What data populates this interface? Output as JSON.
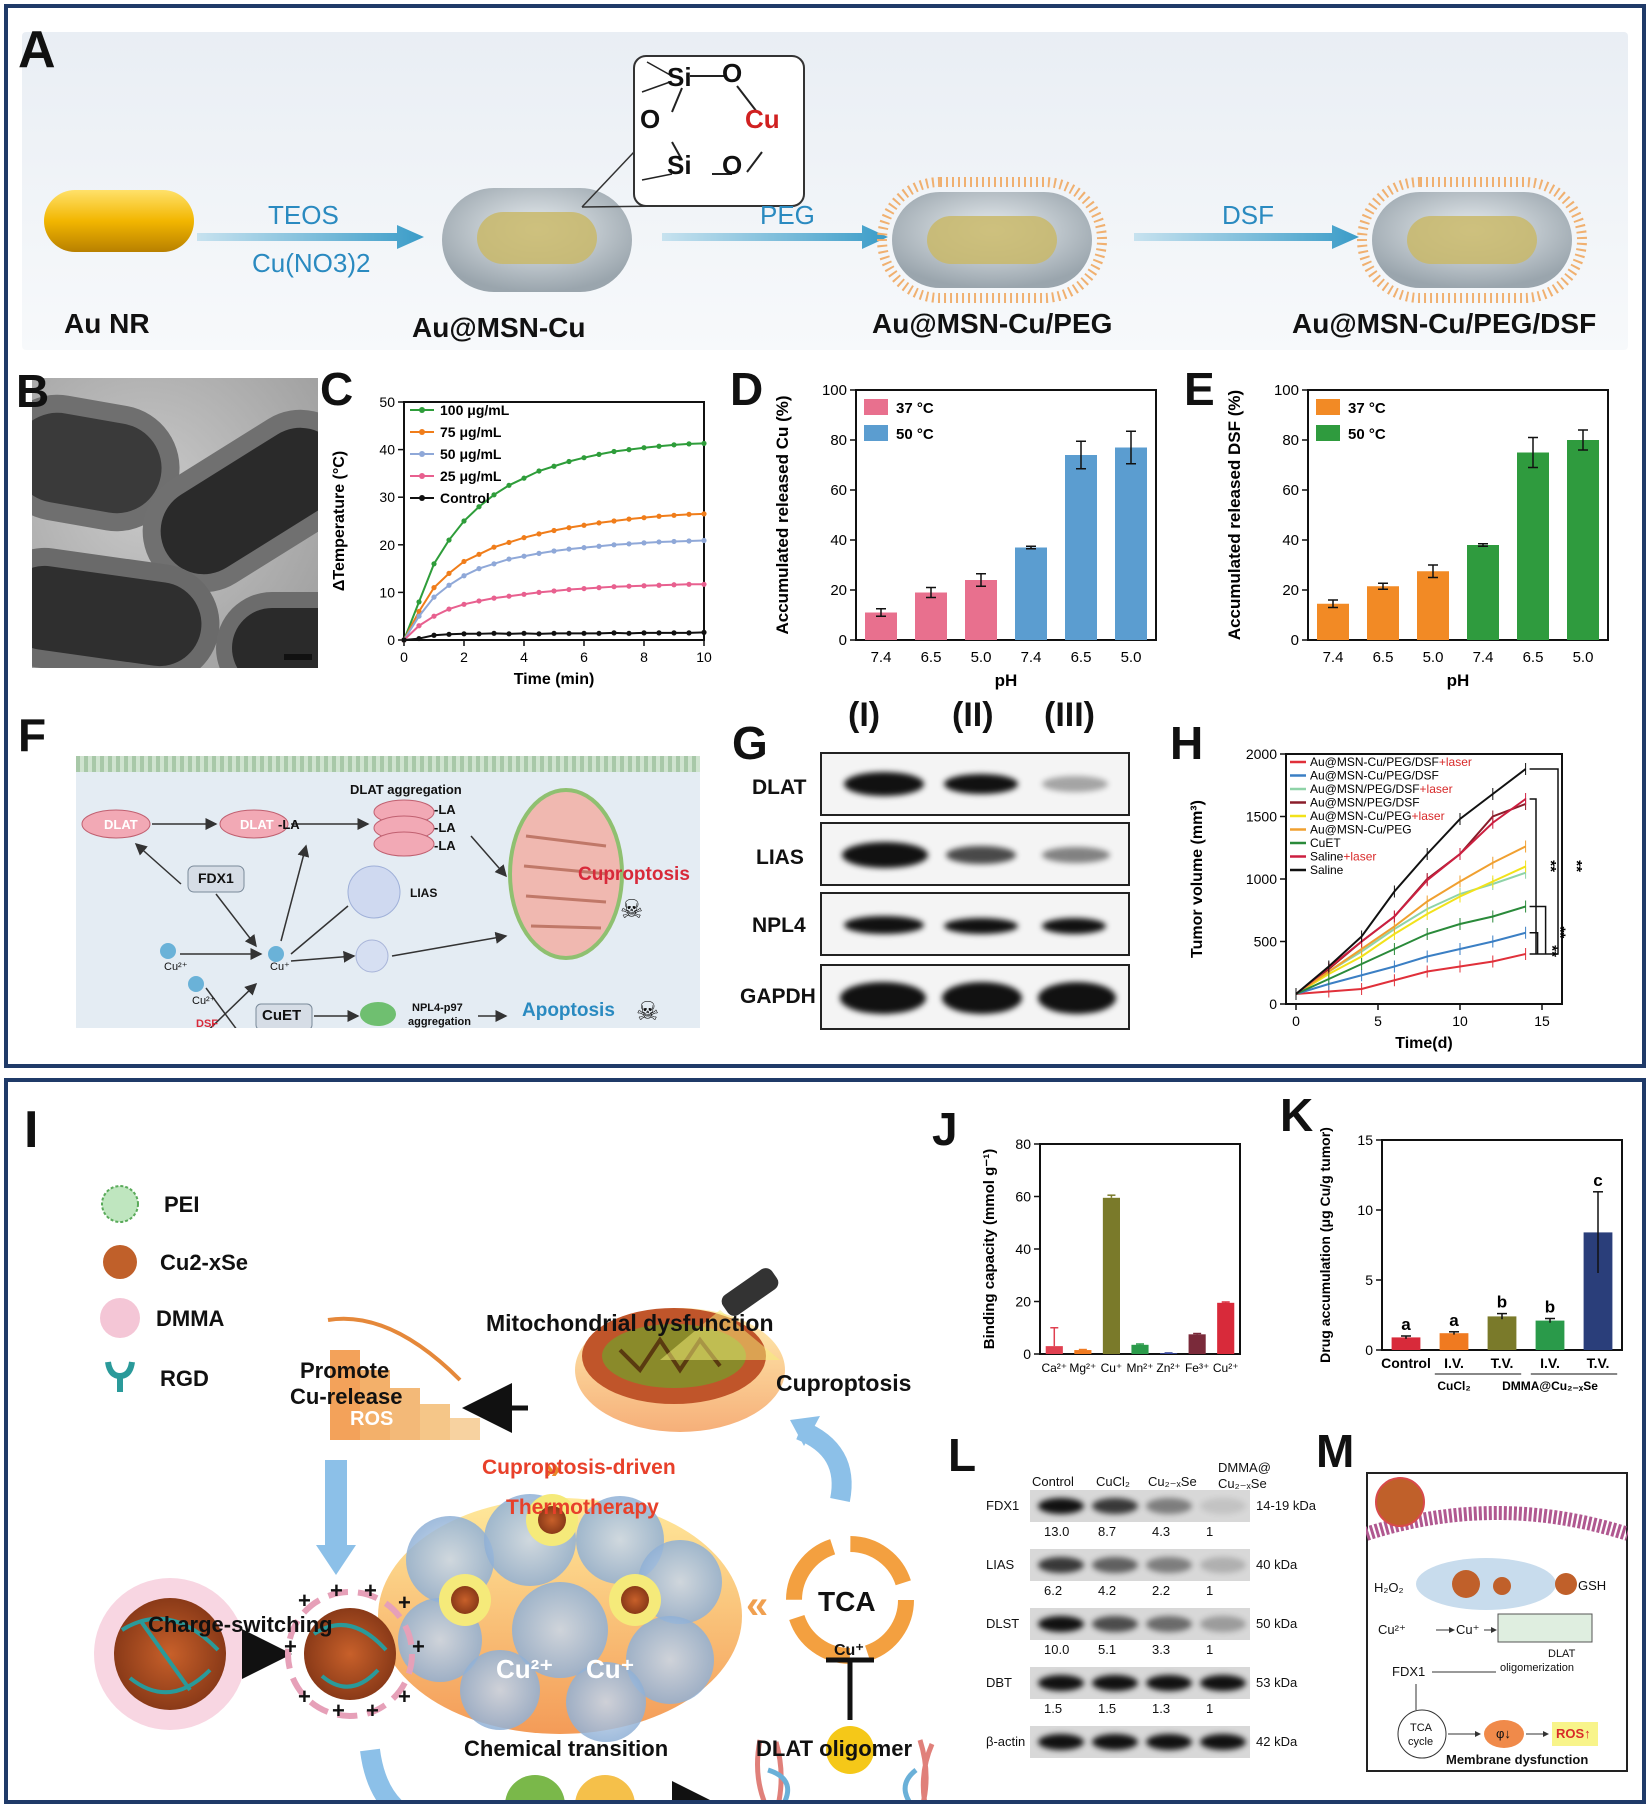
{
  "panels": {
    "A": {
      "label": "A",
      "stages": [
        "Au NR",
        "Au@MSN-Cu",
        "Au@MSN-Cu/PEG",
        "Au@MSN-Cu/PEG/DSF"
      ],
      "arrow1_top": "TEOS",
      "arrow1_bottom": "Cu(NO3)2",
      "arrow2": "PEG",
      "arrow3": "DSF",
      "struct_atoms": [
        "Si",
        "O",
        "O",
        "Cu",
        "Si",
        "O"
      ]
    },
    "B": {
      "label": "B"
    },
    "C": {
      "label": "C"
    },
    "D": {
      "label": "D"
    },
    "E": {
      "label": "E"
    },
    "F": {
      "label": "F",
      "dlat": "DLAT",
      "dlat_la": "DLAT",
      "la": "-LA",
      "dlat_aggregation": "DLAT aggregation",
      "fdx1": "FDX1",
      "cu2": "Cu²⁺",
      "cu1": "Cu⁺",
      "lias": "LIAS",
      "dsf": "DSF",
      "cuet": "CuET",
      "npl4": "NPL4-p97",
      "npl4_2": "aggregation",
      "cuproptosis": "Cuproptosis",
      "apoptosis": "Apoptosis"
    },
    "G": {
      "label": "G",
      "lanes": [
        "(I)",
        "(II)",
        "(III)"
      ],
      "rows": [
        "DLAT",
        "LIAS",
        "NPL4",
        "GAPDH"
      ]
    },
    "H": {
      "label": "H"
    },
    "I": {
      "label": "I",
      "legend": [
        "PEI",
        "Cu2-xSe",
        "DMMA",
        "RGD"
      ],
      "ros": "ROS",
      "mito": "Mitochondrial dysfunction",
      "promote1": "Promote",
      "promote2": "Cu-release",
      "cup_thermo1": "Cuproptosis-driven",
      "cup_thermo2": "Thermotherapy",
      "cuproptosis": "Cuproptosis",
      "tca": "TCA",
      "charge": "Charge-switching",
      "chem": "Chemical transition",
      "dlat_olig": "DLAT oligomer",
      "cu2": "Cu²⁺",
      "cu1": "Cu⁺"
    },
    "J": {
      "label": "J"
    },
    "K": {
      "label": "K"
    },
    "L": {
      "label": "L",
      "lanes": [
        "Control",
        "CuCl₂",
        "Cu₂₋ₓSe",
        "DMMA@",
        "Cu₂₋ₓSe"
      ],
      "rows": [
        {
          "name": "FDX1",
          "kda": "14-19 kDa",
          "vals": [
            "13.0",
            "8.7",
            "4.3",
            "1"
          ]
        },
        {
          "name": "LIAS",
          "kda": "40 kDa",
          "vals": [
            "6.2",
            "4.2",
            "2.2",
            "1"
          ]
        },
        {
          "name": "DLST",
          "kda": "50 kDa",
          "vals": [
            "10.0",
            "5.1",
            "3.3",
            "1"
          ]
        },
        {
          "name": "DBT",
          "kda": "53 kDa",
          "vals": [
            "1.5",
            "1.5",
            "1.3",
            "1"
          ]
        },
        {
          "name": "β-actin",
          "kda": "42 kDa",
          "vals": []
        }
      ]
    },
    "M": {
      "label": "M",
      "h2o2": "H₂O₂",
      "gsh": "GSH",
      "cu2": "Cu²⁺",
      "cu1": "Cu⁺",
      "fdx1": "FDX1",
      "dlat1": "DLAT",
      "dlat2": "oligomerization",
      "tca1": "TCA",
      "tca2": "cycle",
      "phi": "φ↓",
      "ros": "ROS↑",
      "membrane": "Membrane dysfunction"
    }
  },
  "chart_data": [
    {
      "id": "C",
      "type": "line",
      "xlabel": "Time (min)",
      "ylabel": "ΔTemperature (°C)",
      "xlim": [
        0,
        10
      ],
      "ylim": [
        0,
        50
      ],
      "xticks": [
        0,
        2,
        4,
        6,
        8,
        10
      ],
      "yticks": [
        0,
        10,
        20,
        30,
        40,
        50
      ],
      "x": [
        0,
        0.5,
        1,
        1.5,
        2,
        2.5,
        3,
        3.5,
        4,
        4.5,
        5,
        5.5,
        6,
        6.5,
        7,
        7.5,
        8,
        8.5,
        9,
        9.5,
        10
      ],
      "series": [
        {
          "name": "100 μg/mL",
          "color": "#2e9d3a",
          "values": [
            0,
            8,
            16,
            21,
            25,
            28,
            30.5,
            32.5,
            34,
            35.5,
            36.5,
            37.5,
            38.3,
            39,
            39.6,
            40,
            40.4,
            40.7,
            41,
            41.2,
            41.3
          ]
        },
        {
          "name": "75 μg/mL",
          "color": "#f07d1a",
          "values": [
            0,
            6,
            11,
            14,
            16.5,
            18,
            19.5,
            20.5,
            21.5,
            22.3,
            23,
            23.6,
            24.1,
            24.6,
            25,
            25.4,
            25.7,
            26,
            26.2,
            26.4,
            26.5
          ]
        },
        {
          "name": "50 μg/mL",
          "color": "#8fa8d8",
          "values": [
            0,
            5,
            9,
            11.5,
            13.5,
            15,
            16,
            17,
            17.6,
            18.2,
            18.7,
            19.1,
            19.4,
            19.7,
            20,
            20.2,
            20.4,
            20.6,
            20.7,
            20.8,
            20.9
          ]
        },
        {
          "name": "25 μg/mL",
          "color": "#e8608f",
          "values": [
            0,
            3,
            5,
            6.5,
            7.5,
            8.2,
            8.8,
            9.2,
            9.6,
            10,
            10.3,
            10.6,
            10.8,
            11,
            11.2,
            11.3,
            11.4,
            11.5,
            11.6,
            11.7,
            11.7
          ]
        },
        {
          "name": "Control",
          "color": "#111111",
          "values": [
            0,
            0.3,
            1,
            1.2,
            1.3,
            1.3,
            1.4,
            1.3,
            1.4,
            1.3,
            1.4,
            1.4,
            1.4,
            1.4,
            1.5,
            1.4,
            1.5,
            1.5,
            1.5,
            1.5,
            1.6
          ]
        }
      ]
    },
    {
      "id": "D",
      "type": "bar",
      "xlabel": "pH",
      "ylabel": "Accumulated released Cu (%)",
      "ylim": [
        0,
        100
      ],
      "yticks": [
        0,
        20,
        40,
        60,
        80,
        100
      ],
      "categories": [
        "7.4",
        "6.5",
        "5.0",
        "7.4",
        "6.5",
        "5.0"
      ],
      "values": [
        11,
        19,
        24,
        37,
        74,
        77
      ],
      "errors": [
        1.5,
        2,
        2.5,
        0.5,
        5.5,
        6.5
      ],
      "colors": [
        "#e8708e",
        "#e8708e",
        "#e8708e",
        "#5b9dd0",
        "#5b9dd0",
        "#5b9dd0"
      ],
      "legend": [
        {
          "name": "37 °C",
          "color": "#e8708e"
        },
        {
          "name": "50 °C",
          "color": "#5b9dd0"
        }
      ]
    },
    {
      "id": "E",
      "type": "bar",
      "xlabel": "pH",
      "ylabel": "Accumulated released DSF (%)",
      "ylim": [
        0,
        100
      ],
      "yticks": [
        0,
        20,
        40,
        60,
        80,
        100
      ],
      "categories": [
        "7.4",
        "6.5",
        "5.0",
        "7.4",
        "6.5",
        "5.0"
      ],
      "values": [
        14.5,
        21.5,
        27.5,
        38,
        75,
        80
      ],
      "errors": [
        1.5,
        1.2,
        2.5,
        0.5,
        6,
        4
      ],
      "colors": [
        "#f28a25",
        "#f28a25",
        "#f28a25",
        "#2f9b3e",
        "#2f9b3e",
        "#2f9b3e"
      ],
      "legend": [
        {
          "name": "37 °C",
          "color": "#f28a25"
        },
        {
          "name": "50 °C",
          "color": "#2f9b3e"
        }
      ]
    },
    {
      "id": "H",
      "type": "line",
      "xlabel": "Time(d)",
      "ylabel": "Tumor volume (mm³)",
      "xlim": [
        0,
        15
      ],
      "ylim": [
        0,
        2000
      ],
      "xticks": [
        0,
        5,
        10,
        15
      ],
      "yticks": [
        0,
        500,
        1000,
        1500,
        2000
      ],
      "x": [
        0,
        2,
        4,
        6,
        8,
        10,
        12,
        14
      ],
      "series": [
        {
          "name": "Au@MSN-Cu/PEG/DSF+laser",
          "color": "#e0303a",
          "values": [
            80,
            100,
            120,
            190,
            260,
            300,
            340,
            400
          ]
        },
        {
          "name": "Au@MSN-Cu/PEG/DSF",
          "color": "#3b7fc4",
          "values": [
            80,
            160,
            230,
            300,
            380,
            440,
            500,
            570
          ]
        },
        {
          "name": "Au@MSN/PEG/DSF+laser",
          "color": "#8fd3a8",
          "values": [
            80,
            260,
            420,
            600,
            760,
            880,
            960,
            1050
          ]
        },
        {
          "name": "Au@MSN/PEG/DSF",
          "color": "#8a1d2a",
          "values": [
            80,
            280,
            500,
            700,
            1000,
            1200,
            1500,
            1600
          ]
        },
        {
          "name": "Au@MSN-Cu/PEG+laser",
          "color": "#f2e21a",
          "values": [
            80,
            240,
            380,
            560,
            720,
            860,
            980,
            1100
          ]
        },
        {
          "name": "Au@MSN-Cu/PEG",
          "color": "#f0a030",
          "values": [
            80,
            260,
            440,
            620,
            820,
            980,
            1130,
            1260
          ]
        },
        {
          "name": "CuET",
          "color": "#2a8a3a",
          "values": [
            80,
            200,
            320,
            440,
            560,
            640,
            700,
            780
          ]
        },
        {
          "name": "Saline+laser",
          "color": "#cc1f40",
          "values": [
            80,
            290,
            500,
            700,
            990,
            1200,
            1450,
            1640
          ]
        },
        {
          "name": "Saline",
          "color": "#111111",
          "values": [
            80,
            300,
            540,
            900,
            1200,
            1480,
            1680,
            1880
          ]
        }
      ],
      "annotations": [
        "**",
        "**",
        "**",
        "**"
      ]
    },
    {
      "id": "J",
      "type": "bar",
      "ylabel": "Binding capacity (mmol g⁻¹)",
      "ylim": [
        0,
        80
      ],
      "yticks": [
        0,
        20,
        40,
        60,
        80
      ],
      "categories": [
        "Ca²⁺",
        "Mg²⁺",
        "Cu⁺",
        "Mn²⁺",
        "Zn²⁺",
        "Fe³⁺",
        "Cu²⁺"
      ],
      "values": [
        3,
        1.5,
        59.5,
        3.5,
        0.3,
        7.5,
        19.5
      ],
      "errors": [
        7,
        0.2,
        1,
        0.3,
        0.1,
        0.3,
        0.3
      ],
      "colors": [
        "#e04050",
        "#f07a20",
        "#7a7a2a",
        "#2a9a4a",
        "#3a4aa0",
        "#7a2a3a",
        "#d82a3a"
      ]
    },
    {
      "id": "K",
      "type": "bar",
      "ylabel": "Drug accumulation (μg Cu/g tumor)",
      "ylim": [
        0,
        15
      ],
      "yticks": [
        0,
        5,
        10,
        15
      ],
      "categories": [
        "Control",
        "I.V.",
        "T.V.",
        "I.V.",
        "T.V."
      ],
      "group_labels": [
        "CuCl₂",
        "DMMA@Cu₂₋ₓSe"
      ],
      "values": [
        0.9,
        1.2,
        2.4,
        2.1,
        8.4
      ],
      "errors": [
        0.1,
        0.1,
        0.2,
        0.15,
        2.9
      ],
      "sig": [
        "a",
        "a",
        "b",
        "b",
        "c"
      ],
      "colors": [
        "#d82a3a",
        "#f07a20",
        "#7a7a2a",
        "#2a9a4a",
        "#2a3e7a"
      ]
    }
  ]
}
